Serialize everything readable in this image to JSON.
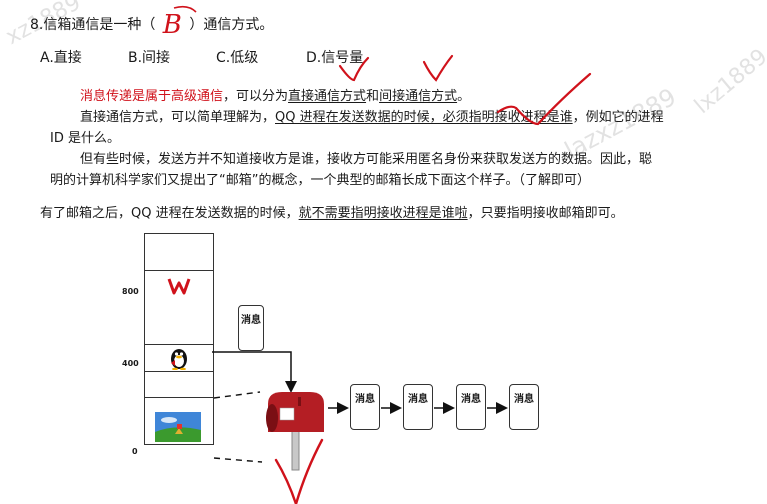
{
  "question": {
    "prefix": "8.信箱通信是一种（",
    "answer_handwritten": "B",
    "suffix": "）通信方式。"
  },
  "options": [
    "A.直接",
    "B.间接",
    "C.低级",
    "D.信号量"
  ],
  "paragraph1": {
    "red_lead": "消息传递是属于高级通信",
    "text_a": "，可以分为",
    "u1": "直接通信方式",
    "text_b": "和",
    "u2": "间接通信方式",
    "text_c": "。"
  },
  "paragraph2": {
    "text_a": "直接通信方式，可以简单理解为，",
    "u1": "QQ 进程在发送数据的时候，必须指明接收进程是谁",
    "text_b": "，例如它的进程",
    "line2": "ID 是什么。"
  },
  "paragraph3": {
    "line1": "但有些时候，发送方并不知道接收方是谁，接收方可能采用匿名身份来获取发送方的数据。因此，聪",
    "line2": "明的计算机科学家们又提出了“邮箱”的概念，一个典型的邮箱长成下面这个样子。（了解即可）"
  },
  "paragraph4": {
    "text_a": "有了邮箱之后，QQ 进程在发送数据的时候，",
    "u1": "就不需要指明接收进程是谁啦",
    "text_b": "，只要指明接收邮箱即可。"
  },
  "diagram": {
    "y_labels": [
      "800",
      "400",
      "0"
    ],
    "message_label": "消息",
    "queue_count": 4
  },
  "watermarks": [
    "xz1889",
    "lxz1889",
    "lazxz1889"
  ],
  "colors": {
    "ink_red": "#d0121b",
    "mailbox_red": "#b41e24",
    "stroke": "#333333"
  }
}
